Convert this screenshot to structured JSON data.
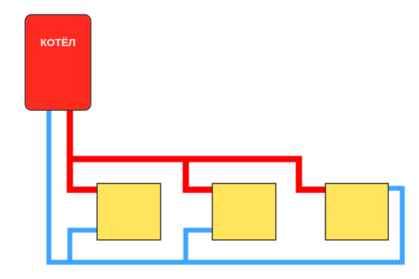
{
  "diagram": {
    "boiler": {
      "label": "КОТЁЛ"
    },
    "radiators": [
      {
        "id": "radiator-1"
      },
      {
        "id": "radiator-2"
      },
      {
        "id": "radiator-3"
      }
    ],
    "colors": {
      "background": "#ffffff",
      "boiler_fill": "#ff2a1f",
      "boiler_stroke": "#333333",
      "boiler_text": "#ffffff",
      "supply_pipe": "#ff0000",
      "return_pipe": "#3fa4ff",
      "radiator_fill": "#ffe45c",
      "radiator_stroke": "#222222"
    }
  }
}
